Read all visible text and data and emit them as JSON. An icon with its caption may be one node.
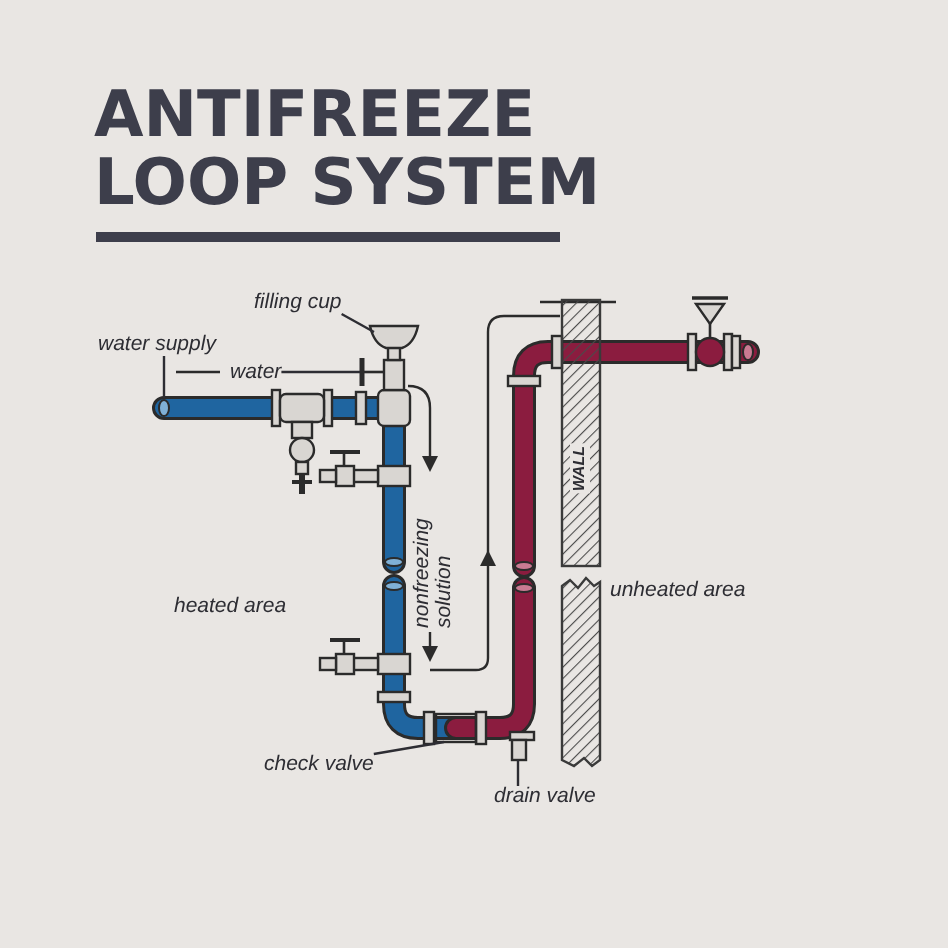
{
  "diagram": {
    "title": "ANTIFREEZE LOOP SYSTEM",
    "nodes": [
      {
        "text": [
          "filling cup"
        ]
      },
      {
        "text": [
          "water supply"
        ]
      },
      {
        "text": [
          "water"
        ]
      },
      {
        "text": [
          "WALL"
        ]
      },
      {
        "text": [
          "check valve"
        ]
      },
      {
        "text": [
          "drain valve"
        ]
      }
    ],
    "edges": [
      {
        "from": 0,
        "to": null,
        "arrow": "none"
      },
      {
        "from": 1,
        "to": null,
        "arrow": "none"
      },
      {
        "from": 2,
        "to": null,
        "arrow": "none"
      },
      {
        "from": 4,
        "to": null,
        "arrow": "none"
      },
      {
        "from": 5,
        "to": null,
        "arrow": "none"
      }
    ],
    "labels": [
      "heated area",
      "nonfreezing solution",
      "unheated area"
    ]
  }
}
